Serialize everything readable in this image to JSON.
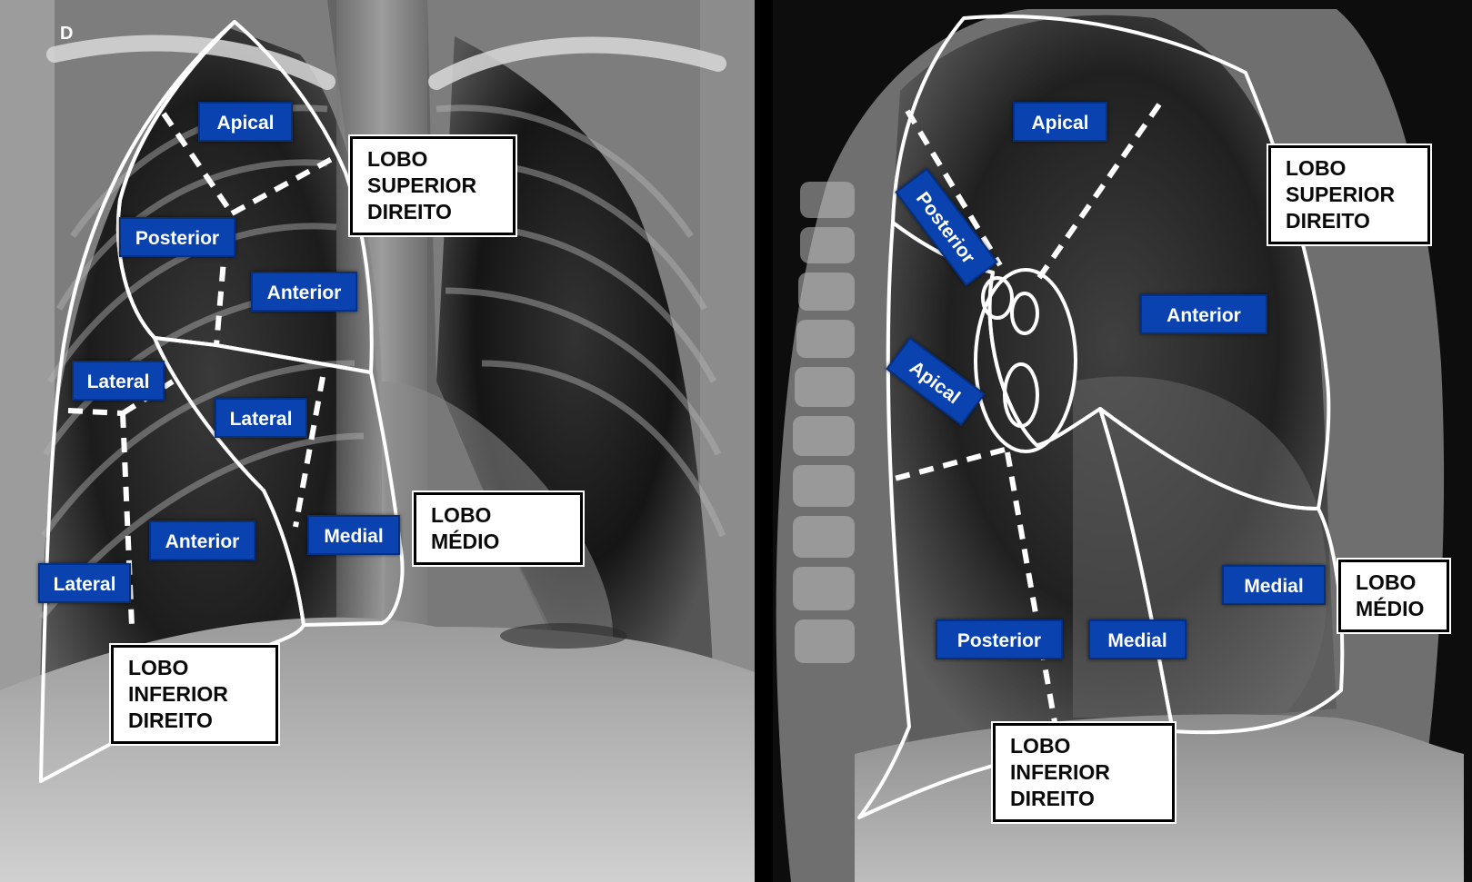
{
  "pa_view": {
    "side_marker": "D",
    "segments": {
      "sup_apical": "Apical",
      "sup_posterior": "Posterior",
      "sup_anterior": "Anterior",
      "mid_lateral": "Lateral",
      "mid_medial": "Medial",
      "inf_lateral_upper": "Lateral",
      "inf_anterior": "Anterior",
      "inf_lateral_lower": "Lateral"
    },
    "lobes": {
      "superior": [
        "LOBO",
        "SUPERIOR",
        "DIREITO"
      ],
      "medio": [
        "LOBO MÉDIO"
      ],
      "inferior": [
        "LOBO",
        "INFERIOR",
        "DIREITO"
      ]
    }
  },
  "lateral_view": {
    "segments": {
      "sup_apical": "Apical",
      "sup_posterior": "Posterior",
      "sup_anterior": "Anterior",
      "inf_apical": "Apical",
      "mid_medial": "Medial",
      "inf_posterior": "Posterior",
      "inf_medial": "Medial"
    },
    "lobes": {
      "superior": [
        "LOBO",
        "SUPERIOR",
        "DIREITO"
      ],
      "medio": [
        "LOBO",
        "MÉDIO"
      ],
      "inferior": [
        "LOBO",
        "INFERIOR",
        "DIREITO"
      ]
    }
  },
  "colors": {
    "segment_fill": "#0a43b0",
    "outline": "#ffffff",
    "label_box": "#ffffff"
  }
}
